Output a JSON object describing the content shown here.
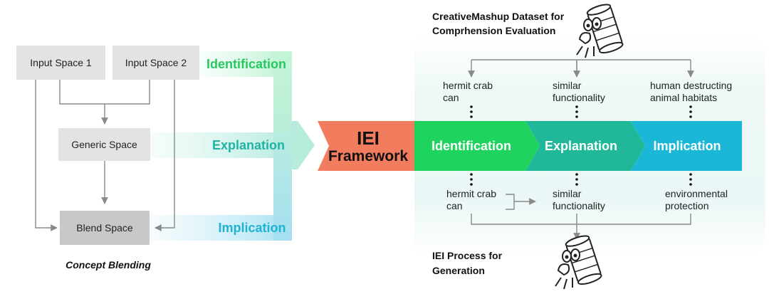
{
  "left": {
    "input_space_1": "Input Space 1",
    "input_space_2": "Input Space 2",
    "generic_space": "Generic Space",
    "blend_space": "Blend Space",
    "caption": "Concept Blending",
    "arrow_labels": {
      "identification": "Identification",
      "explanation": "Explanation",
      "implication": "Implication"
    }
  },
  "center": {
    "iei_line1": "IEI",
    "iei_line2": "Framework"
  },
  "right": {
    "dataset_title_line1": "CreativeMashup Dataset for",
    "dataset_title_line2": "Comprhension Evaluation",
    "stages": {
      "identification": "Identification",
      "explanation": "Explanation",
      "implication": "Implication"
    },
    "top_items": {
      "item1_line1": "hermit crab",
      "item1_line2": "can",
      "item2_line1": "similar",
      "item2_line2": "functionality",
      "item3_line1": "human destructing",
      "item3_line2": "animal habitats"
    },
    "bottom_items": {
      "item1_line1": "hermit crab",
      "item1_line2": "can",
      "item2_line1": "similar",
      "item2_line2": "functionality",
      "item3_line1": "environmental",
      "item3_line2": "protection"
    },
    "process_title_line1": "IEI Process for",
    "process_title_line2": "Generation"
  },
  "colors": {
    "box_light": "#e3e3e3",
    "box_dark": "#c8c8c8",
    "connector": "#8a8a8a",
    "green": "#1fd35f",
    "teal": "#21b89a",
    "cyan": "#1ab8d6",
    "salmon": "#f27d5e",
    "label_green": "#25c95f",
    "label_teal": "#20b5a0",
    "label_cyan": "#1eb3d2"
  },
  "icons": [
    "hermit-crab-can-icon"
  ]
}
